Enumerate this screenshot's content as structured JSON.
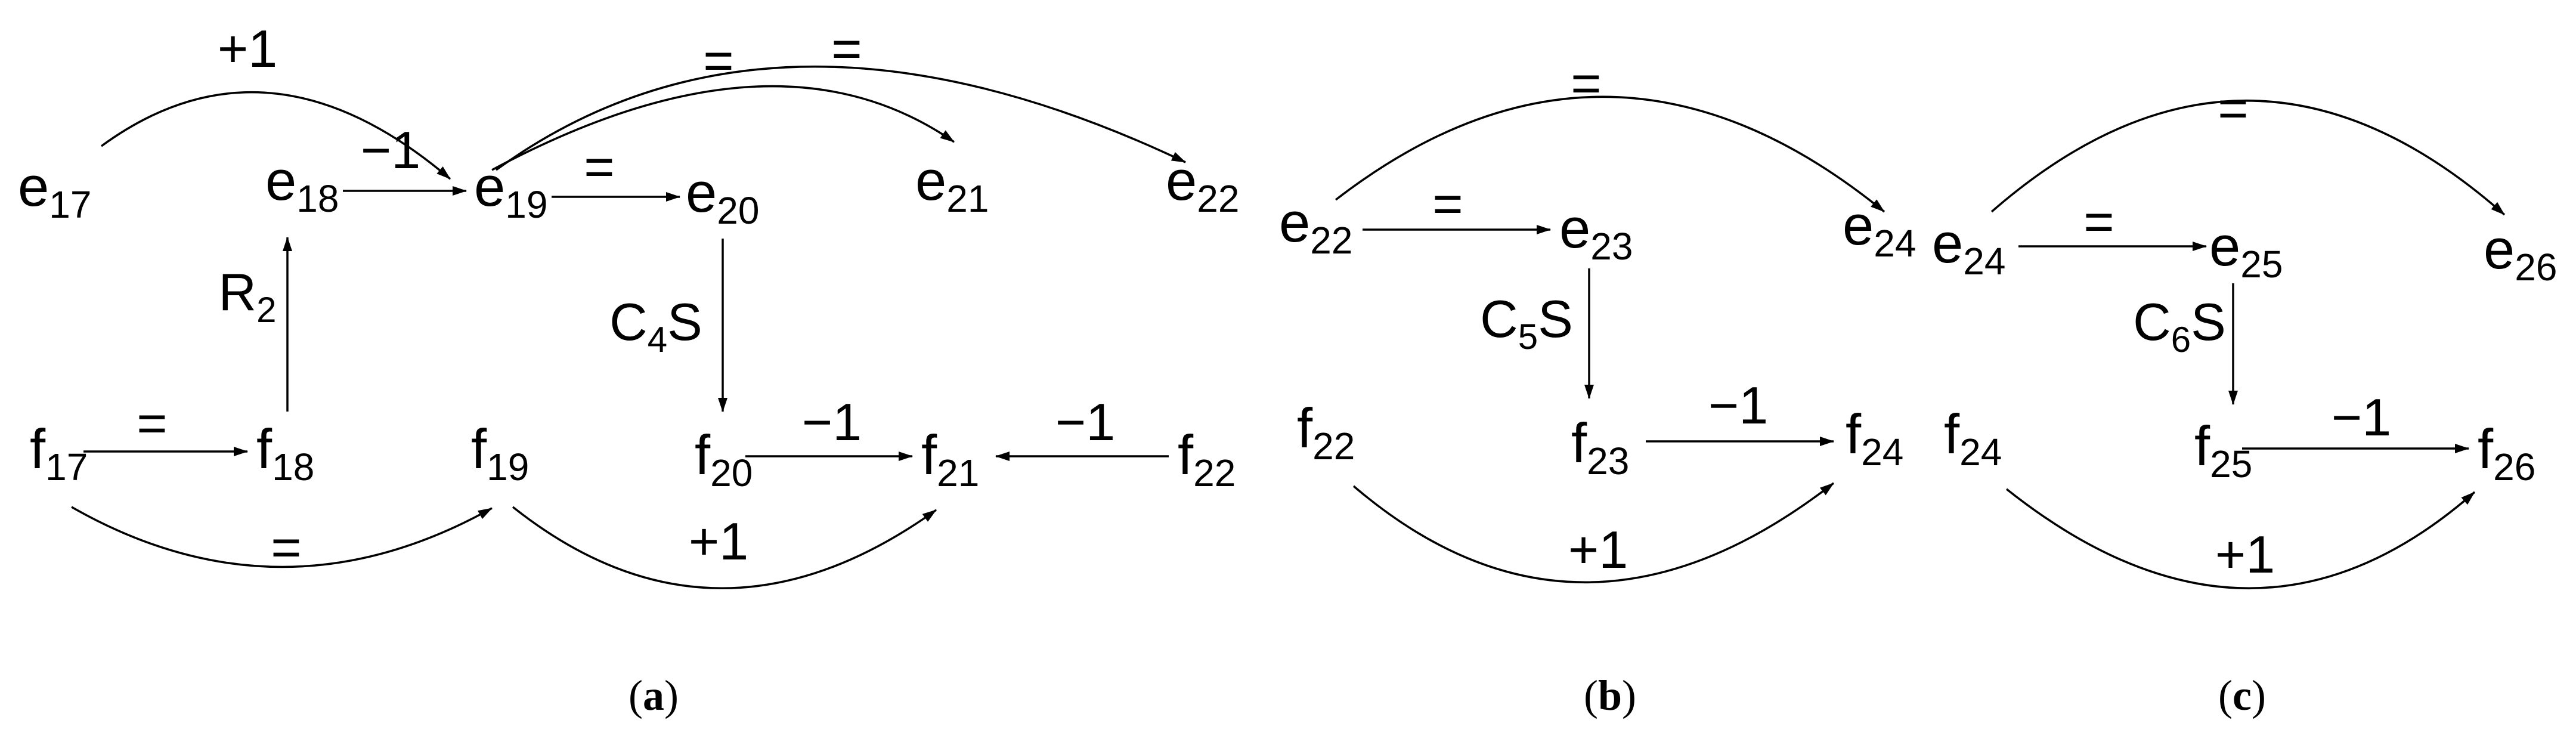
{
  "panels": [
    {
      "caption": {
        "letter": "a"
      },
      "nodes": [
        {
          "id": "e17",
          "base": "e",
          "sub": "17"
        },
        {
          "id": "e18",
          "base": "e",
          "sub": "18"
        },
        {
          "id": "e19",
          "base": "e",
          "sub": "19"
        },
        {
          "id": "e20",
          "base": "e",
          "sub": "20"
        },
        {
          "id": "e21",
          "base": "e",
          "sub": "21"
        },
        {
          "id": "e22a",
          "base": "e",
          "sub": "22"
        },
        {
          "id": "f17",
          "base": "f",
          "sub": "17"
        },
        {
          "id": "f18",
          "base": "f",
          "sub": "18"
        },
        {
          "id": "f19",
          "base": "f",
          "sub": "19"
        },
        {
          "id": "f20",
          "base": "f",
          "sub": "20"
        },
        {
          "id": "f21",
          "base": "f",
          "sub": "21"
        },
        {
          "id": "f22a",
          "base": "f",
          "sub": "22"
        }
      ],
      "edges": [
        {
          "id": "e17-e19",
          "from": "e17",
          "to": "e19",
          "label": "+1"
        },
        {
          "id": "e18-e19",
          "from": "e18",
          "to": "e19",
          "label": "−1"
        },
        {
          "id": "e19-e20",
          "from": "e19",
          "to": "e20",
          "label": "="
        },
        {
          "id": "e19-e21",
          "from": "e19",
          "to": "e21",
          "label": "="
        },
        {
          "id": "e19-e22",
          "from": "e19",
          "to": "e22a",
          "label": "="
        },
        {
          "id": "f18-e18",
          "from": "f18",
          "to": "e18",
          "label": "R",
          "label_sub": "2"
        },
        {
          "id": "e20-f20",
          "from": "e20",
          "to": "f20",
          "label": "C",
          "label_sub": "4",
          "label_suffix": "S"
        },
        {
          "id": "f17-f18",
          "from": "f17",
          "to": "f18",
          "label": "="
        },
        {
          "id": "f20-f21",
          "from": "f20",
          "to": "f21",
          "label": "−1"
        },
        {
          "id": "f22-f21",
          "from": "f22a",
          "to": "f21",
          "label": "−1"
        },
        {
          "id": "f17-f19",
          "from": "f17",
          "to": "f19",
          "label": "="
        },
        {
          "id": "f19-f21",
          "from": "f19",
          "to": "f21",
          "label": "+1"
        }
      ]
    },
    {
      "caption": {
        "letter": "b"
      },
      "nodes": [
        {
          "id": "e22b",
          "base": "e",
          "sub": "22"
        },
        {
          "id": "e23",
          "base": "e",
          "sub": "23"
        },
        {
          "id": "e24b",
          "base": "e",
          "sub": "24"
        },
        {
          "id": "f22b",
          "base": "f",
          "sub": "22"
        },
        {
          "id": "f23",
          "base": "f",
          "sub": "23"
        },
        {
          "id": "f24b",
          "base": "f",
          "sub": "24"
        }
      ],
      "edges": [
        {
          "id": "e22-e24",
          "from": "e22b",
          "to": "e24b",
          "label": "="
        },
        {
          "id": "e22-e23",
          "from": "e22b",
          "to": "e23",
          "label": "="
        },
        {
          "id": "e23-f23",
          "from": "e23",
          "to": "f23",
          "label": "C",
          "label_sub": "5",
          "label_suffix": "S"
        },
        {
          "id": "f23-f24",
          "from": "f23",
          "to": "f24b",
          "label": "−1"
        },
        {
          "id": "f22-f24",
          "from": "f22b",
          "to": "f24b",
          "label": "+1"
        }
      ]
    },
    {
      "caption": {
        "letter": "c"
      },
      "nodes": [
        {
          "id": "e24c",
          "base": "e",
          "sub": "24"
        },
        {
          "id": "e25",
          "base": "e",
          "sub": "25"
        },
        {
          "id": "e26",
          "base": "e",
          "sub": "26"
        },
        {
          "id": "f24c",
          "base": "f",
          "sub": "24"
        },
        {
          "id": "f25",
          "base": "f",
          "sub": "25"
        },
        {
          "id": "f26",
          "base": "f",
          "sub": "26"
        }
      ],
      "edges": [
        {
          "id": "e24-e26",
          "from": "e24c",
          "to": "e26",
          "label": "="
        },
        {
          "id": "e24-e25",
          "from": "e24c",
          "to": "e25",
          "label": "="
        },
        {
          "id": "e25-f25",
          "from": "e25",
          "to": "f25",
          "label": "C",
          "label_sub": "6",
          "label_suffix": "S"
        },
        {
          "id": "f25-f26",
          "from": "f25",
          "to": "f26",
          "label": "−1"
        },
        {
          "id": "f24-f26",
          "from": "f24c",
          "to": "f26",
          "label": "+1"
        }
      ]
    }
  ]
}
